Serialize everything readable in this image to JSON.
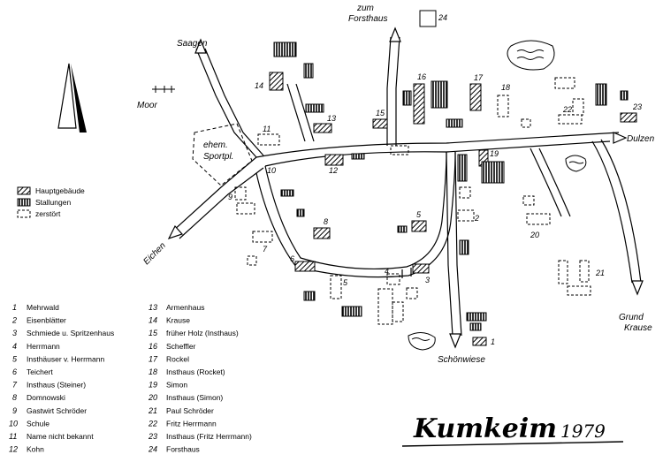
{
  "map": {
    "title": "Kumkeim",
    "year": "1979",
    "legend": {
      "main": "Hauptgebäude",
      "stable": "Stallungen",
      "destroyed": "zerstört"
    },
    "places": {
      "saagen": "Saagen",
      "moor": "Moor",
      "forsthaus_line1": "zum",
      "forsthaus_line2": "Forsthaus",
      "dulzen": "Dulzen",
      "eichen": "Eichen",
      "schoenwiese": "Schönwiese",
      "grund_line1": "Grund",
      "grund_line2": "Krause",
      "sportplatz_line1": "ehem.",
      "sportplatz_line2": "Sportpl."
    },
    "index": [
      {
        "n": "1",
        "name": "Mehrwald"
      },
      {
        "n": "2",
        "name": "Eisenblätter"
      },
      {
        "n": "3",
        "name": "Schmiede u. Spritzenhaus"
      },
      {
        "n": "4",
        "name": "Herrmann"
      },
      {
        "n": "5",
        "name": "Insthäuser v. Herrmann"
      },
      {
        "n": "6",
        "name": "Teichert"
      },
      {
        "n": "7",
        "name": "Insthaus (Steiner)"
      },
      {
        "n": "8",
        "name": "Domnowski"
      },
      {
        "n": "9",
        "name": "Gastwirt Schröder"
      },
      {
        "n": "10",
        "name": "Schule"
      },
      {
        "n": "11",
        "name": "Name nicht bekannt"
      },
      {
        "n": "12",
        "name": "Kohn"
      },
      {
        "n": "13",
        "name": "Armenhaus"
      },
      {
        "n": "14",
        "name": "Krause"
      },
      {
        "n": "15",
        "name": "früher Holz (Insthaus)"
      },
      {
        "n": "16",
        "name": "Scheffler"
      },
      {
        "n": "17",
        "name": "Rockel"
      },
      {
        "n": "18",
        "name": "Insthaus (Rocket)"
      },
      {
        "n": "19",
        "name": "Simon"
      },
      {
        "n": "20",
        "name": "Insthaus (Simon)"
      },
      {
        "n": "21",
        "name": "Paul Schröder"
      },
      {
        "n": "22",
        "name": "Fritz Herrmann"
      },
      {
        "n": "23",
        "name": "Insthaus (Fritz Herrmann)"
      },
      {
        "n": "24",
        "name": "Forsthaus"
      }
    ]
  }
}
